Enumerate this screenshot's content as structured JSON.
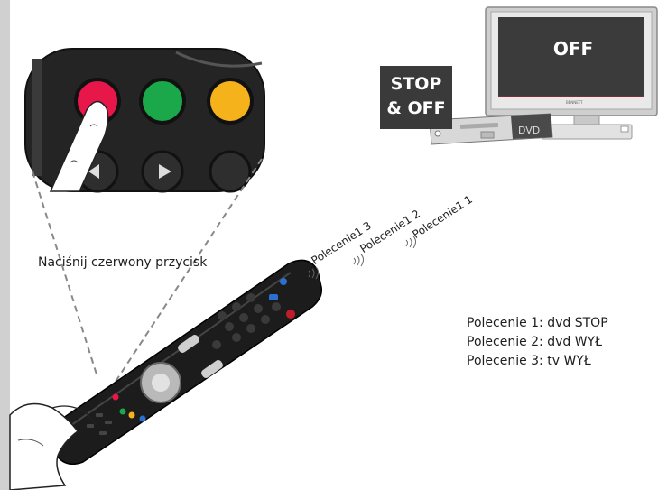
{
  "tv": {
    "screen_text": "OFF",
    "brand": "BENNETT"
  },
  "dvd": {
    "label": "DVD"
  },
  "stop_badge": {
    "line1": "STOP",
    "line2": "& OFF"
  },
  "caption": "Naciśnij czerwony przycisk",
  "signals": [
    "Polecenie1 1",
    "Polecenie1 2",
    "Polecenie1 3"
  ],
  "commands": [
    "Polecenie 1: dvd STOP",
    "Polecenie 2: dvd WYŁ",
    "Polecenie 3: tv WYŁ"
  ],
  "colors": {
    "red_button": "#e8174a",
    "green_button": "#1aa84b",
    "yellow_button": "#f5b21b",
    "badge_bg": "#3a3a3a"
  }
}
